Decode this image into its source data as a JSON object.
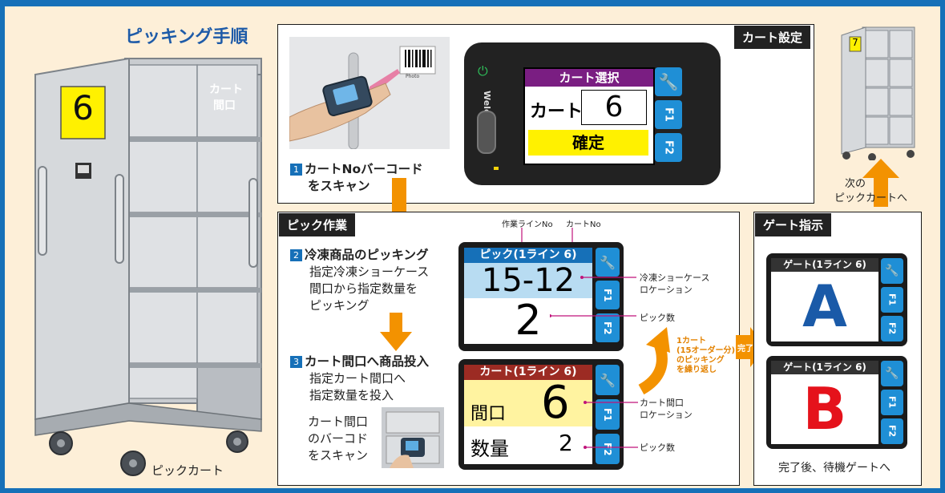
{
  "title": "ピッキング手順",
  "cart": {
    "number": "6",
    "sign_line1": "カート",
    "sign_line2": "間口",
    "caption": "ピックカート"
  },
  "cart_setting": {
    "title": "カート設定",
    "step1_num": "1",
    "step1_line1": "カートNoバーコード",
    "step1_line2": "をスキャン",
    "barcode_text": "Photo",
    "device_brand": "Welcat",
    "screen": {
      "header": "カート選択",
      "label": "カート",
      "value": "6",
      "confirm": "確定",
      "f1": "F1",
      "f2": "F2"
    }
  },
  "next_cart": {
    "number": "7",
    "line1": "次の",
    "line2": "ピックカートへ"
  },
  "pick_work": {
    "title": "ピック作業",
    "annot_line_no": "作業ラインNo",
    "annot_cart_no": "カートNo",
    "step2_num": "2",
    "step2_title": "冷凍商品のピッキング",
    "step2_line1": "指定冷凍ショーケース",
    "step2_line2": "間口から指定数量を",
    "step2_line3": "ピッキング",
    "step3_num": "3",
    "step3_title": "カート間口へ商品投入",
    "step3_line1": "指定カート間口へ",
    "step3_line2": "指定数量を投入",
    "scan_line1": "カート間口",
    "scan_line2": "のバーコド",
    "scan_line3": "をスキャン",
    "screen1": {
      "header": "ピック(1ライン 6)",
      "location": "15-12",
      "qty": "2",
      "f1": "F1",
      "f2": "F2"
    },
    "label_location": [
      "冷凍ショーケース",
      "ロケーション"
    ],
    "label_pick_qty": "ピック数",
    "repeat": [
      "1カート",
      "(15オーダー分)",
      "のピッキング",
      "を繰り返し"
    ],
    "screen2": {
      "header": "カート(1ライン 6)",
      "row1_label": "間口",
      "row1_value": "6",
      "row2_label": "数量",
      "row2_value": "2",
      "f1": "F1",
      "f2": "F2"
    },
    "label_cart_loc": [
      "カート間口",
      "ロケーション"
    ],
    "label_pick_qty2": "ピック数",
    "done": "完了"
  },
  "gate": {
    "title": "ゲート指示",
    "screen_a": {
      "header": "ゲート(1ライン 6)",
      "letter": "A",
      "f1": "F1",
      "f2": "F2"
    },
    "screen_b": {
      "header": "ゲート(1ライン 6)",
      "letter": "B",
      "f1": "F1",
      "f2": "F2"
    },
    "caption": "完了後、待機ゲートへ"
  },
  "colors": {
    "frame": "#1670b8",
    "bg": "#fdefd8",
    "orange": "#f39200",
    "fn_blue": "#1f8fd6",
    "gate_a": "#1a5aa8",
    "gate_b": "#e5121b",
    "magenta": "#c0137a"
  },
  "icons": [
    "wrench-icon",
    "power-icon",
    "barcode-icon",
    "arrow-down-icon",
    "arrow-up-icon",
    "repeat-arrow-icon",
    "arrow-right-icon"
  ]
}
